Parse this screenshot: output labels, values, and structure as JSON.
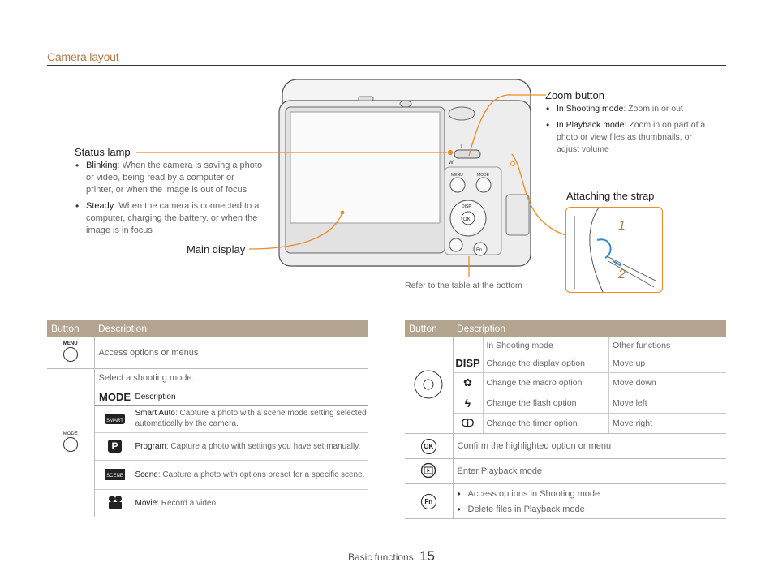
{
  "header": {
    "title": "Camera layout"
  },
  "callouts": {
    "status_lamp": {
      "title": "Status lamp",
      "items": [
        {
          "term": "Blinking",
          "text": ": When the camera is saving a photo or video, being read by a computer or printer, or when the image is out of focus"
        },
        {
          "term": "Steady",
          "text": ": When the camera is connected to a computer, charging the battery, or when the image is in focus"
        }
      ]
    },
    "main_display": {
      "title": "Main display"
    },
    "zoom_button": {
      "title": "Zoom button",
      "items": [
        {
          "term": "In Shooting mode",
          "text": ": Zoom in or out"
        },
        {
          "term": "In Playback mode",
          "text": ": Zoom in on part of a photo or view files as thumbnails, or adjust volume"
        }
      ]
    },
    "strap": {
      "title": "Attaching the strap",
      "step1": "1",
      "step2": "2"
    },
    "refer_note": "Refer to the table at the bottom"
  },
  "camera_labels": {
    "menu": "MENU",
    "mode": "MODE",
    "disp": "DISP",
    "ok": "OK",
    "fn": "Fn",
    "zoom_t": "T",
    "zoom_w": "W"
  },
  "left_table": {
    "headers": [
      "Button",
      "Description"
    ],
    "rows": [
      {
        "button_label": "MENU",
        "description": "Access options or menus"
      },
      {
        "button_label": "MODE",
        "description": "Select a shooting mode."
      }
    ],
    "mode_sub": {
      "header": "Description",
      "mode_icon_label": "MODE",
      "rows": [
        {
          "icon": "smart-auto-icon",
          "icon_text": "SMART",
          "term": "Smart Auto",
          "text": ": Capture a photo with a scene mode setting selected automatically by the camera."
        },
        {
          "icon": "program-icon",
          "icon_text": "P",
          "term": "Program",
          "text": ": Capture a photo with settings you have set manually."
        },
        {
          "icon": "scene-icon",
          "icon_text": "SCENE",
          "term": "Scene",
          "text": ": Capture a photo with options preset for a specific scene."
        },
        {
          "icon": "movie-icon",
          "icon_text": "",
          "term": "Movie",
          "text": ": Record a video."
        }
      ]
    }
  },
  "right_table": {
    "headers": [
      "Button",
      "Description"
    ],
    "nav_sub": {
      "col1": "In Shooting mode",
      "col2": "Other functions",
      "rows": [
        {
          "icon": "disp-icon",
          "icon_text": "DISP",
          "shooting": "Change the display option",
          "other": "Move up"
        },
        {
          "icon": "macro-icon",
          "icon_text": "✿",
          "shooting": "Change the macro option",
          "other": "Move down"
        },
        {
          "icon": "flash-icon",
          "icon_text": "ϟ",
          "shooting": "Change the flash option",
          "other": "Move left"
        },
        {
          "icon": "timer-icon",
          "icon_text": "ↀ",
          "shooting": "Change the timer option",
          "other": "Move right"
        }
      ]
    },
    "ok_row": {
      "label": "OK",
      "description": "Confirm the highlighted option or menu"
    },
    "playback_row": {
      "description": "Enter Playback mode"
    },
    "fn_row": {
      "label": "Fn",
      "items": [
        "Access options in Shooting mode",
        "Delete files in Playback mode"
      ]
    }
  },
  "footer": {
    "section": "Basic functions",
    "page": "15"
  },
  "colors": {
    "accent": "#f08a24",
    "table_header": "#b3a48f",
    "title": "#b07a4b"
  }
}
